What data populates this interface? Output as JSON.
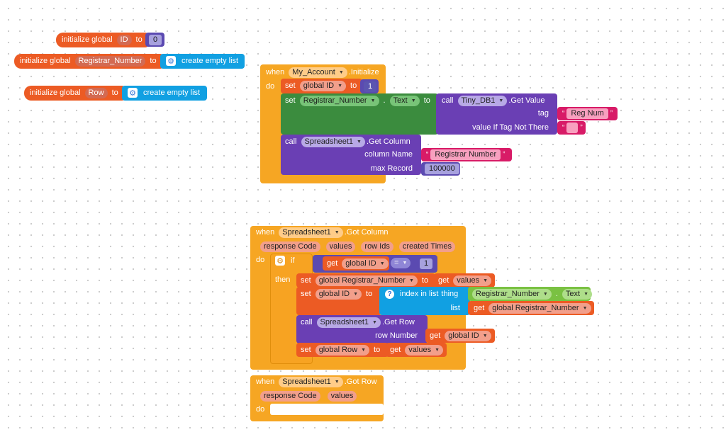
{
  "init_id": {
    "prefix": "initialize global",
    "name": "ID",
    "to": "to",
    "value": "0"
  },
  "init_reg": {
    "prefix": "initialize global",
    "name": "Registrar_Number",
    "to": "to",
    "value": "create empty list"
  },
  "init_row": {
    "prefix": "initialize global",
    "name": "Row",
    "to": "to",
    "value": "create empty list"
  },
  "event1": {
    "when": "when",
    "component": "My_Account",
    "event": ".Initialize",
    "do": "do",
    "set1": {
      "set": "set",
      "var": "global ID",
      "to": "to",
      "value": "1"
    },
    "set2": {
      "set": "set",
      "component": "Registrar_Number",
      "dot": ".",
      "prop": "Text",
      "to": "to"
    },
    "call1": {
      "call": "call",
      "component": "Tiny_DB1",
      "method": ".Get Value",
      "tag_label": "tag",
      "tag_value": "Reg Num",
      "default_label": "value If Tag Not There"
    },
    "call2": {
      "call": "call",
      "component": "Spreadsheet1",
      "method": ".Get Column",
      "col_label": "column Name",
      "col_value": "Registrar Number",
      "max_label": "max Record",
      "max_value": "100000"
    }
  },
  "event2": {
    "when": "when",
    "component": "Spreadsheet1",
    "event": ".Got Column",
    "params": [
      "response Code",
      "values",
      "row Ids",
      "created Times"
    ],
    "do": "do",
    "if": "if",
    "then": "then",
    "cond": {
      "get": "get",
      "var": "global ID",
      "op": "="
    },
    "cond_value": "1",
    "s1": {
      "set": "set",
      "var": "global Registrar_Number",
      "to": "to",
      "get": "get",
      "val": "values"
    },
    "s2": {
      "set": "set",
      "var": "global ID",
      "to": "to",
      "index_label": "index in list",
      "thing_label": "thing",
      "thing_comp": "Registrar_Number",
      "thing_prop": "Text",
      "list_label": "list",
      "list_get": "get",
      "list_var": "global Registrar_Number"
    },
    "c1": {
      "call": "call",
      "component": "Spreadsheet1",
      "method": ".Get Row",
      "row_label": "row Number",
      "get": "get",
      "var": "global ID"
    },
    "s3": {
      "set": "set",
      "var": "global Row",
      "to": "to",
      "get": "get",
      "val": "values"
    }
  },
  "event3": {
    "when": "when",
    "component": "Spreadsheet1",
    "event": ".Got Row",
    "params": [
      "response Code",
      "values"
    ],
    "do": "do"
  }
}
